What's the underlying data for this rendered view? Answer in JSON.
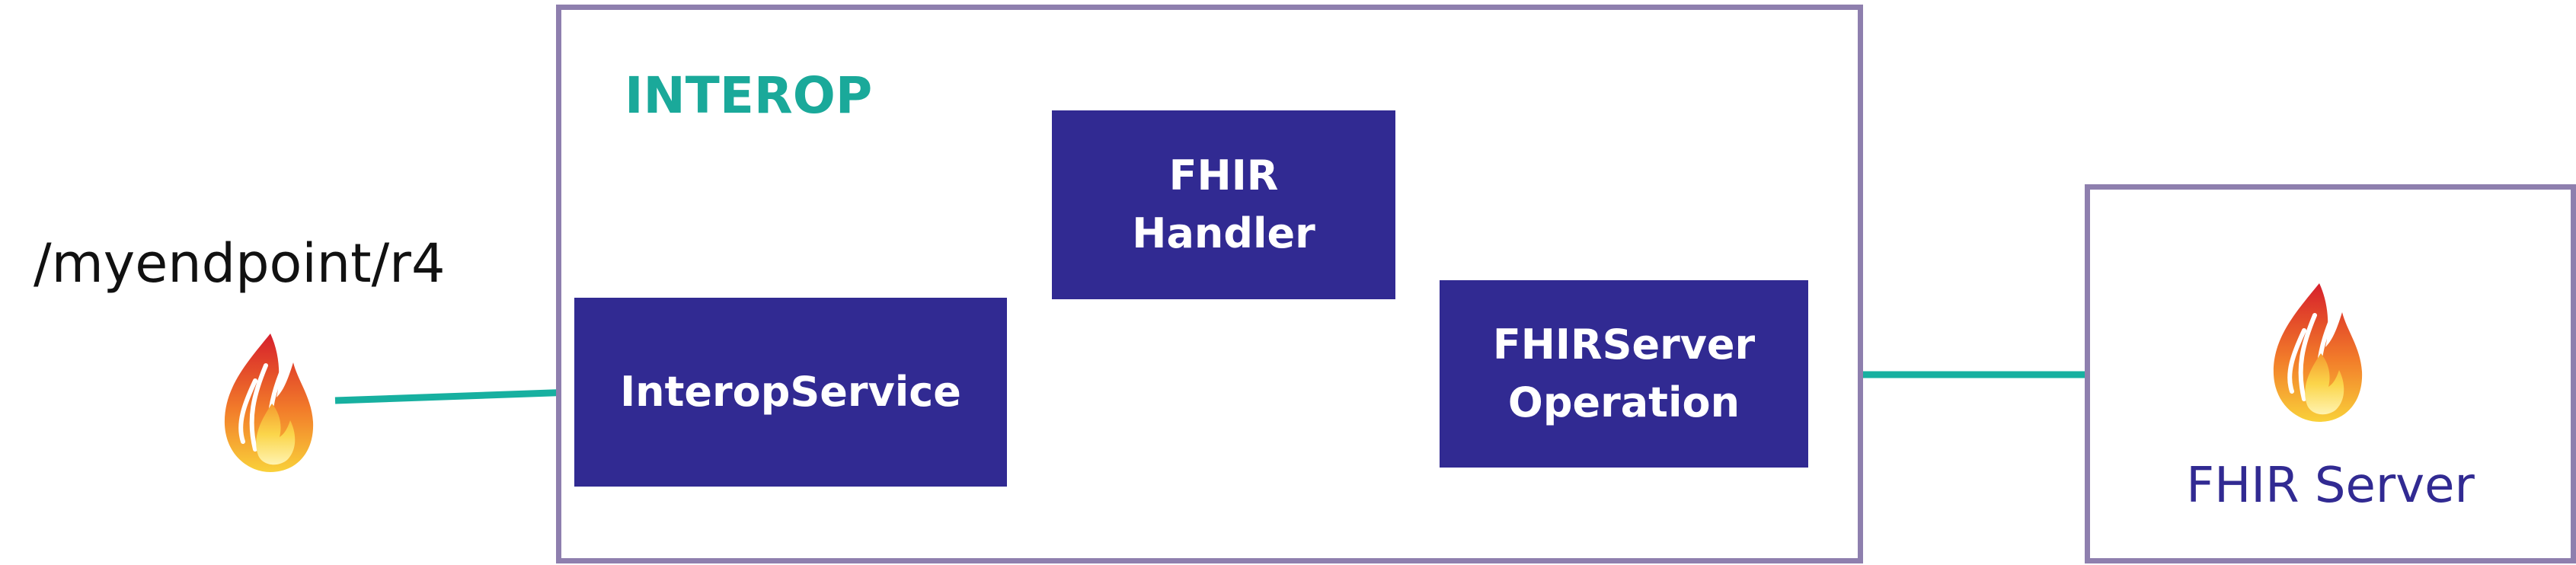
{
  "endpoint": {
    "path_label": "/myendpoint/r4",
    "icon": "fhir-flame-icon"
  },
  "interop": {
    "container_label": "INTEROP",
    "nodes": {
      "interop_service": "InteropService",
      "fhir_handler": "FHIR\nHandler",
      "fhir_server_operation": "FHIRServer\nOperation"
    }
  },
  "fhir_server": {
    "label": "FHIR Server",
    "icon": "fhir-flame-icon"
  },
  "colors": {
    "node_fill": "#312a92",
    "connector": "#17b0a0",
    "frame_border": "#8e7fae",
    "interop_label": "#1aa99a",
    "server_label": "#312a92"
  }
}
